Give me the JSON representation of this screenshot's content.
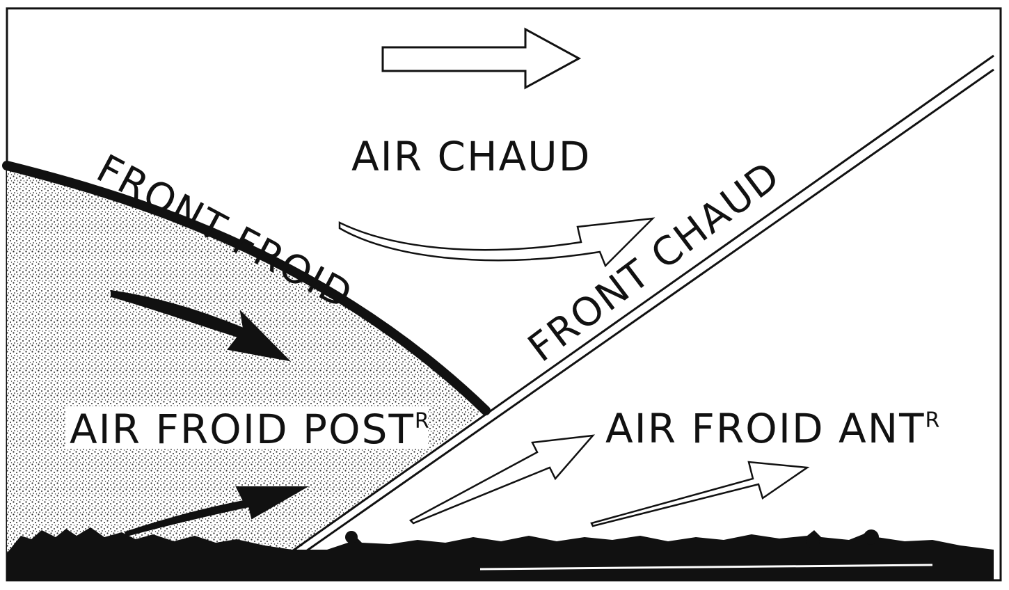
{
  "labels": {
    "warm_air": "AIR CHAUD",
    "cold_front": "FRONT FROID",
    "warm_front": "FRONT CHAUD",
    "rear_cold_air": "AIR FROID POST",
    "rear_cold_air_sup": "R",
    "front_cold_air": "AIR FROID ANT",
    "front_cold_air_sup": "R"
  },
  "colors": {
    "ink": "#111111",
    "paper": "#ffffff",
    "stipple_dot": "#2a2a2a"
  },
  "icons": {
    "warm_air_direction": "hollow-arrow-right",
    "rear_air_flow": "solid-arrow",
    "front_air_flow": "outline-arrow"
  }
}
